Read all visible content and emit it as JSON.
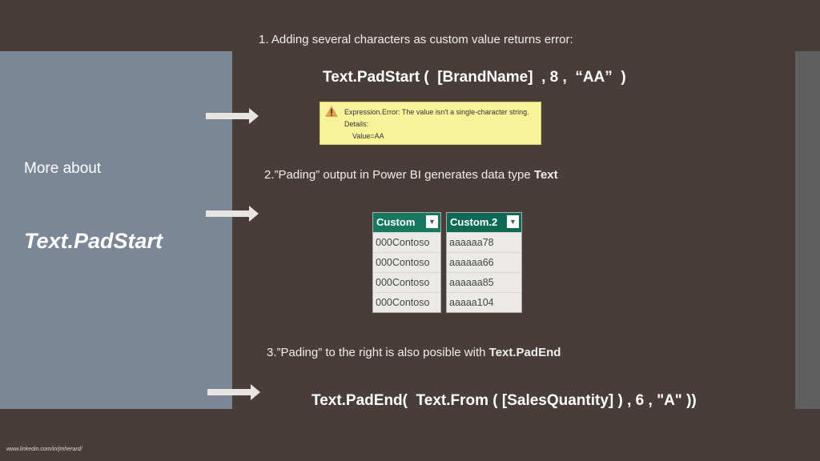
{
  "sidebar": {
    "subtitle": "More about",
    "title": "Text.PadStart"
  },
  "section1": {
    "heading": "1. Adding several characters as custom value returns error:",
    "code": "Text.PadStart (  [BrandName]  , 8 ,  “AA”  )",
    "error": {
      "line1": "Expression.Error: The value isn't a single-character string.",
      "line2": "Details:",
      "line3": "Value=AA"
    }
  },
  "section2": {
    "heading_pre": "2.”Pading” output in Power BI generates data type ",
    "heading_bold": "Text",
    "tables": [
      {
        "header": "Custom",
        "rows": [
          "000Contoso",
          "000Contoso",
          "000Contoso",
          "000Contoso"
        ]
      },
      {
        "header": "Custom.2",
        "rows": [
          "aaaaaa78",
          "aaaaaa66",
          "aaaaaa85",
          "aaaaa104"
        ]
      }
    ]
  },
  "section3": {
    "heading_pre": "3.”Pading” to the right is also posible with ",
    "heading_bold": "Text.PadEnd",
    "code": "Text.PadEnd(  Text.From ( [SalesQuantity] ) , 6 , \"A\" ))"
  },
  "footer": "www.linkedin.com/in/jmherard/"
}
